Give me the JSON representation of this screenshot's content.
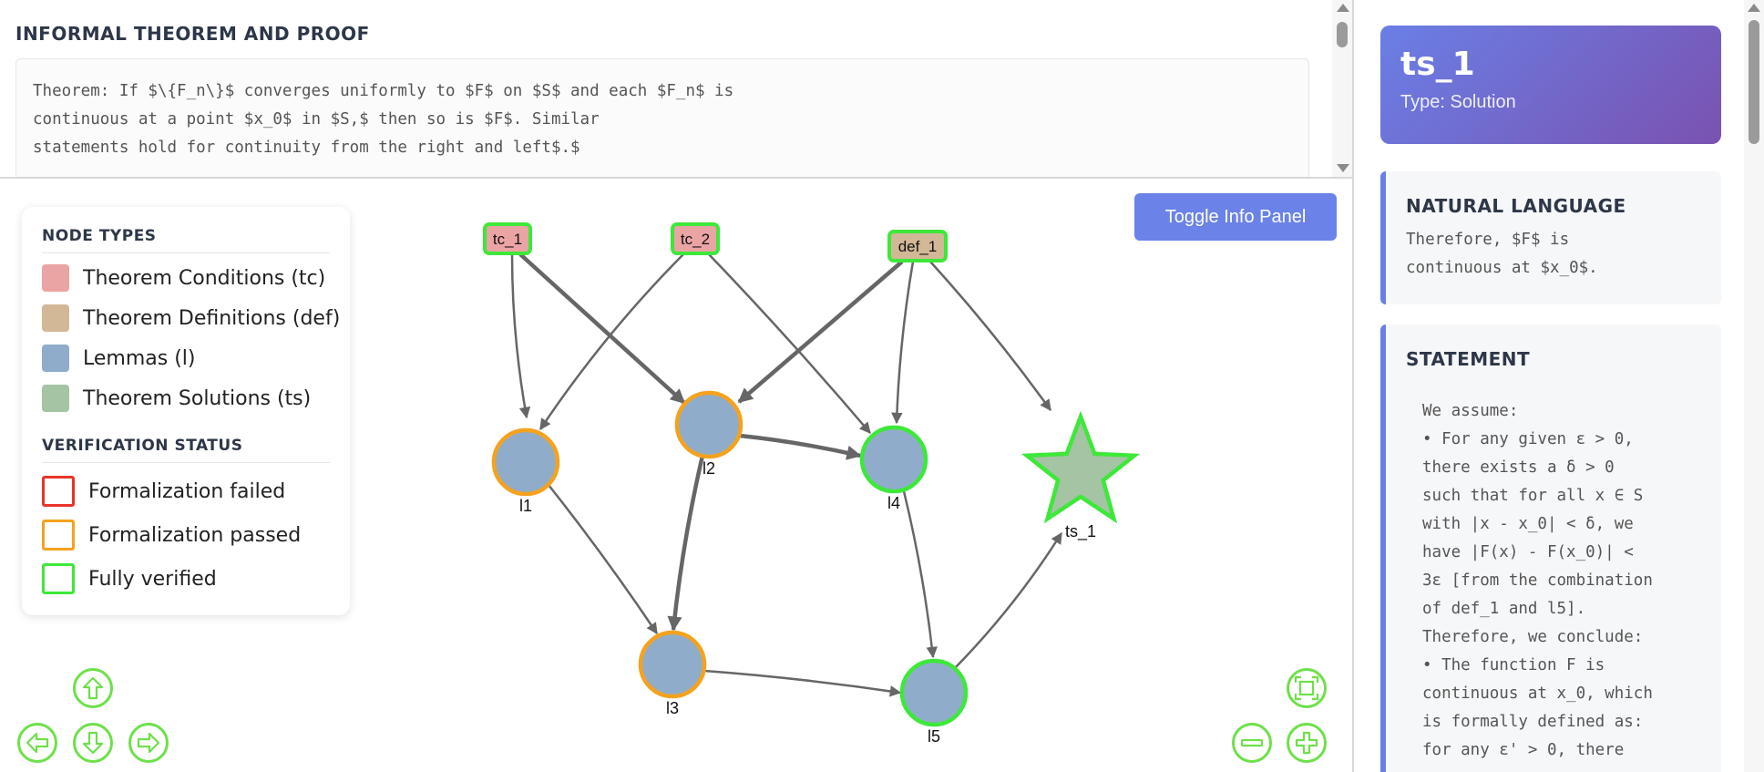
{
  "theorem": {
    "heading": "INFORMAL THEOREM AND PROOF",
    "text": "Theorem: If $\\{F_n\\}$ converges uniformly to $F$ on $S$ and each $F_n$ is\ncontinuous at a point $x_0$ in $S,$ then so is $F$. Similar\nstatements hold for continuity from the right and left$.$"
  },
  "legend": {
    "node_types_heading": "NODE TYPES",
    "node_types": [
      {
        "label": "Theorem Conditions (tc)",
        "color": "#eba4a4"
      },
      {
        "label": "Theorem Definitions (def)",
        "color": "#d2b896"
      },
      {
        "label": "Lemmas (l)",
        "color": "#8fadcb"
      },
      {
        "label": "Theorem Solutions (ts)",
        "color": "#a4c4a4"
      }
    ],
    "status_heading": "VERIFICATION STATUS",
    "statuses": [
      {
        "label": "Formalization failed",
        "color": "#e8352a"
      },
      {
        "label": "Formalization passed",
        "color": "#f4a21e"
      },
      {
        "label": "Fully verified",
        "color": "#3ee83a"
      }
    ]
  },
  "toggle_button": "Toggle Info Panel",
  "graph": {
    "nodes": [
      {
        "id": "tc_1",
        "label": "tc_1",
        "type": "tc",
        "status": "verified"
      },
      {
        "id": "tc_2",
        "label": "tc_2",
        "type": "tc",
        "status": "verified"
      },
      {
        "id": "def_1",
        "label": "def_1",
        "type": "def",
        "status": "verified"
      },
      {
        "id": "l1",
        "label": "l1",
        "type": "l",
        "status": "passed"
      },
      {
        "id": "l2",
        "label": "l2",
        "type": "l",
        "status": "passed"
      },
      {
        "id": "l3",
        "label": "l3",
        "type": "l",
        "status": "passed"
      },
      {
        "id": "l4",
        "label": "l4",
        "type": "l",
        "status": "verified"
      },
      {
        "id": "l5",
        "label": "l5",
        "type": "l",
        "status": "verified"
      },
      {
        "id": "ts_1",
        "label": "ts_1",
        "type": "ts",
        "status": "verified"
      }
    ],
    "edges": [
      {
        "from": "tc_1",
        "to": "l1",
        "bold": false
      },
      {
        "from": "tc_1",
        "to": "l2",
        "bold": true
      },
      {
        "from": "tc_2",
        "to": "l1",
        "bold": false
      },
      {
        "from": "tc_2",
        "to": "l4",
        "bold": false
      },
      {
        "from": "def_1",
        "to": "l2",
        "bold": true
      },
      {
        "from": "def_1",
        "to": "l4",
        "bold": false
      },
      {
        "from": "def_1",
        "to": "ts_1",
        "bold": false
      },
      {
        "from": "l1",
        "to": "l3",
        "bold": false
      },
      {
        "from": "l2",
        "to": "l3",
        "bold": true
      },
      {
        "from": "l2",
        "to": "l4",
        "bold": true
      },
      {
        "from": "l3",
        "to": "l5",
        "bold": false
      },
      {
        "from": "l4",
        "to": "l5",
        "bold": false
      },
      {
        "from": "l5",
        "to": "ts_1",
        "bold": false
      }
    ]
  },
  "info": {
    "node_id": "ts_1",
    "node_type": "Type: Solution",
    "natural_language_heading": "NATURAL LANGUAGE",
    "natural_language": "Therefore, $F$ is\ncontinuous at $x_0$.",
    "statement_heading": "STATEMENT",
    "statement": "We assume:\n• For any given ε > 0,\nthere exists a δ > 0\nsuch that for all x ∈ S\nwith |x - x_0| < δ, we\nhave |F(x) - F(x_0)| <\n3ε [from the combination\nof def_1 and l5].\nTherefore, we conclude:\n• The function F is\ncontinuous at x_0, which\nis formally defined as:\nfor any ε' > 0, there"
  },
  "colors": {
    "edge": "#666666",
    "node_border_verified": "#3ee83a",
    "node_border_passed": "#f4a21e",
    "accent": "#6a7fe6"
  }
}
